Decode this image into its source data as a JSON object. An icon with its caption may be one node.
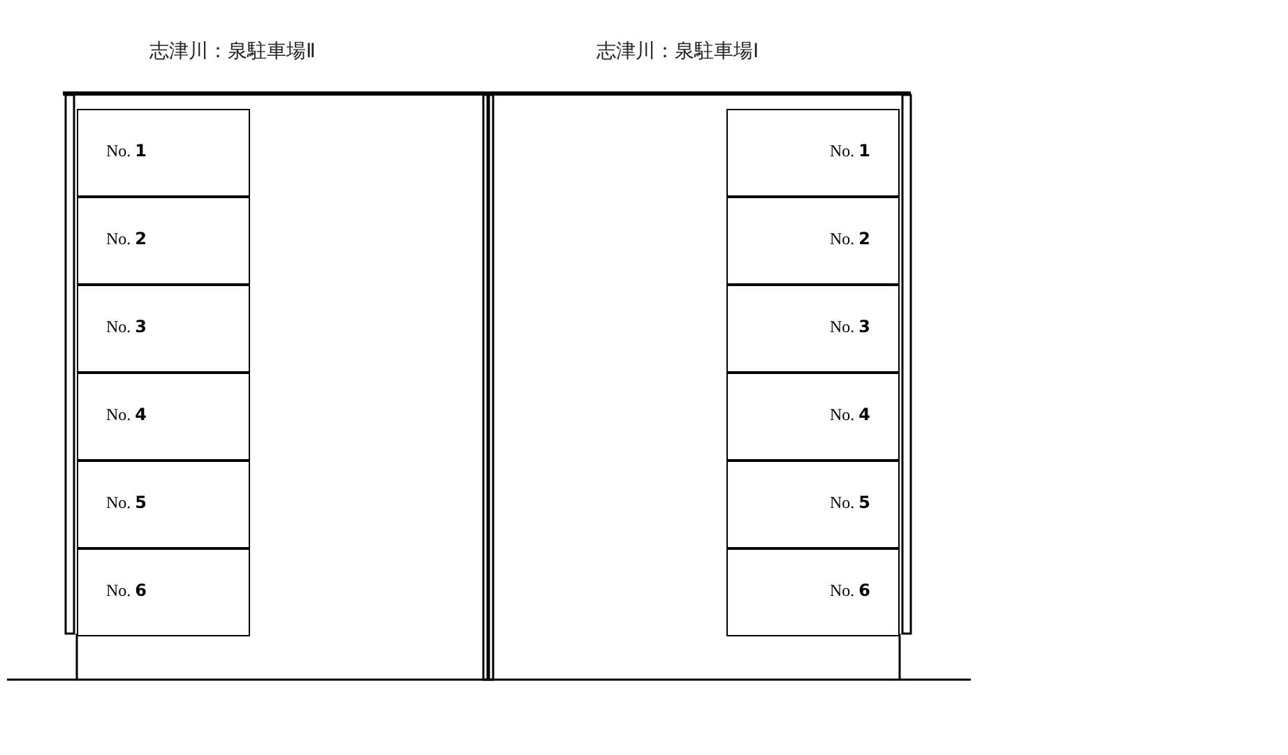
{
  "diagram": {
    "nodes": [
      {
        "text": [
          "志津川：泉駐車場Ⅱ"
        ]
      },
      {
        "text": [
          "No. **1**"
        ],
        "in": 0
      },
      {
        "text": [
          "No. **2**"
        ],
        "in": 0
      },
      {
        "text": [
          "No. **3**"
        ],
        "in": 0
      },
      {
        "text": [
          "No. **4**"
        ],
        "in": 0
      },
      {
        "text": [
          "No. **5**"
        ],
        "in": 0
      },
      {
        "text": [
          "No. **6**"
        ],
        "in": 0
      },
      {
        "text": [
          "志津川：泉駐車場Ⅰ"
        ]
      },
      {
        "text": [
          "No. **1**"
        ],
        "in": 7
      },
      {
        "text": [
          "No. **2**"
        ],
        "in": 7
      },
      {
        "text": [
          "No. **3**"
        ],
        "in": 7
      },
      {
        "text": [
          "No. **4**"
        ],
        "in": 7
      },
      {
        "text": [
          "No. **5**"
        ],
        "in": 7
      },
      {
        "text": [
          "No. **6**"
        ],
        "in": 7
      }
    ],
    "edges": []
  }
}
